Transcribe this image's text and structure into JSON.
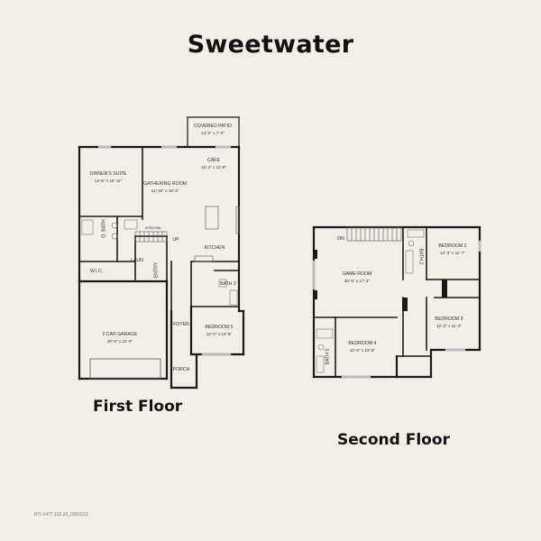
{
  "title": "Sweetwater",
  "first_floor": {
    "label": "First Floor",
    "rooms": [
      {
        "name": "COVERED PATIO",
        "dims": "14'-0\" x 7'-0\""
      },
      {
        "name": "CAFE",
        "dims": "10'-4\" x 11'-8\""
      },
      {
        "name": "OWNER'S SUITE",
        "dims": "13'-8\" x 15'-11\""
      },
      {
        "name": "GATHERING ROOM",
        "dims": "14'-10\" x 18'-3\""
      },
      {
        "name": "O. BATH",
        "dims": ""
      },
      {
        "name": "KITCHEN",
        "dims": ""
      },
      {
        "name": "LAUN",
        "dims": ""
      },
      {
        "name": "W.I.C.",
        "dims": ""
      },
      {
        "name": "ENTRY",
        "dims": ""
      },
      {
        "name": "BATH 3",
        "dims": ""
      },
      {
        "name": "2 CAR GARAGE",
        "dims": "20'-0\" x 22'-0\""
      },
      {
        "name": "FOYER",
        "dims": ""
      },
      {
        "name": "BEDROOM 5",
        "dims": "12'-0\" x 10'-8\""
      },
      {
        "name": "PORCH",
        "dims": ""
      }
    ],
    "annotations": {
      "stairs_up": "UP",
      "open_rail": "OPEN RAIL"
    }
  },
  "second_floor": {
    "label": "Second Floor",
    "rooms": [
      {
        "name": "GAME ROOM",
        "dims": "20'-5\" x 17'-3\""
      },
      {
        "name": "BATH 2",
        "dims": ""
      },
      {
        "name": "BEDROOM 2",
        "dims": "12'-3\" x 11'-7\""
      },
      {
        "name": "BEDROOM 3",
        "dims": "12'-3\" x 11'-4\""
      },
      {
        "name": "BEDROOM 4",
        "dims": "12'-6\" x 12'-9\""
      },
      {
        "name": "BATH 5",
        "dims": ""
      }
    ],
    "annotations": {
      "stairs_down": "DN"
    }
  },
  "footer_code": "BTI-1477.102.20_03/01/22",
  "colors": {
    "background": "#f2efe8",
    "wall": "#1a1a1a",
    "fixture": "#8a8a8a",
    "text": "#111111"
  }
}
